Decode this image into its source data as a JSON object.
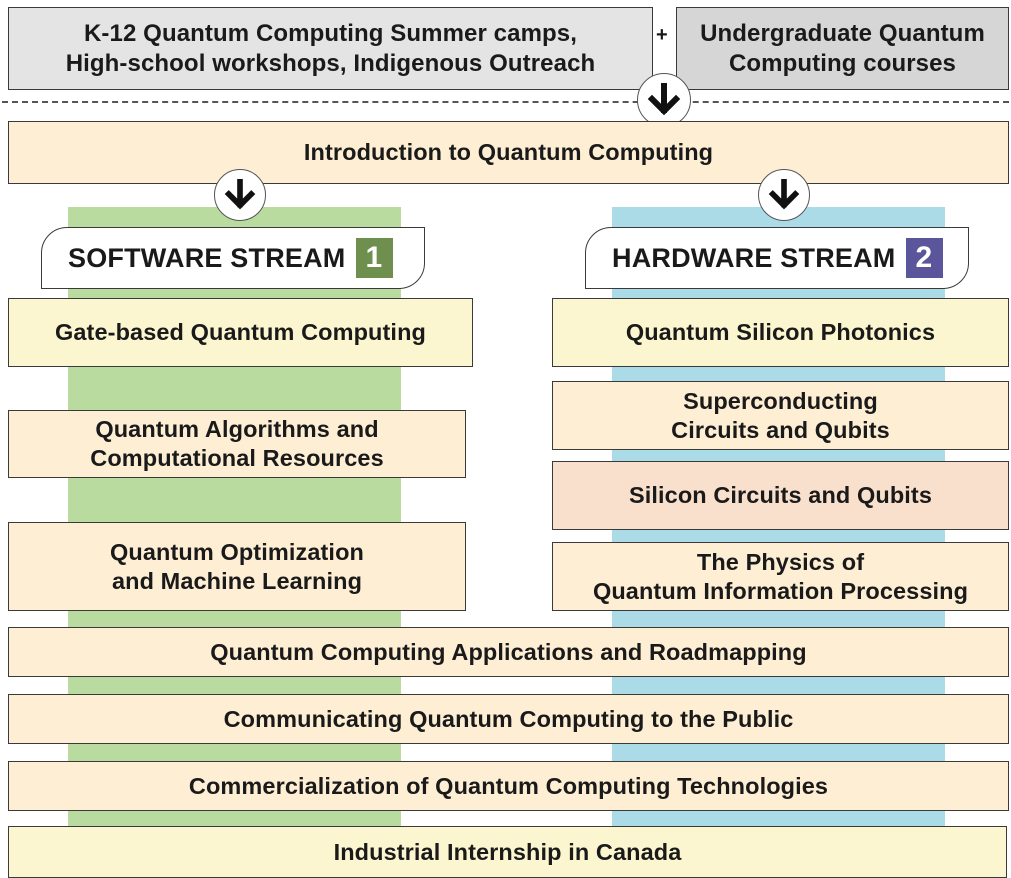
{
  "top": {
    "k12_box": "K-12 Quantum Computing Summer camps,\nHigh-school workshops, Indigenous Outreach",
    "plus": "+",
    "undergrad_box": "Undergraduate Quantum\nComputing courses"
  },
  "intro": "Introduction to Quantum Computing",
  "software": {
    "label": "SOFTWARE STREAM",
    "number": "1",
    "color": "#6e8f4e",
    "band_color": "#b9dba0",
    "courses": [
      "Gate-based Quantum Computing",
      "Quantum Algorithms and\nComputational Resources",
      "Quantum Optimization\nand Machine Learning"
    ]
  },
  "hardware": {
    "label": "HARDWARE STREAM",
    "number": "2",
    "color": "#5b559c",
    "band_color": "#acdbe8",
    "courses": [
      "Quantum Silicon Photonics",
      "Superconducting\nCircuits and Qubits",
      "Silicon Circuits and Qubits",
      "The Physics of\nQuantum Information Processing"
    ]
  },
  "shared": [
    "Quantum Computing Applications and Roadmapping",
    "Communicating Quantum Computing to the Public",
    "Commercialization of Quantum Computing Technologies"
  ],
  "internship": "Industrial Internship in Canada"
}
